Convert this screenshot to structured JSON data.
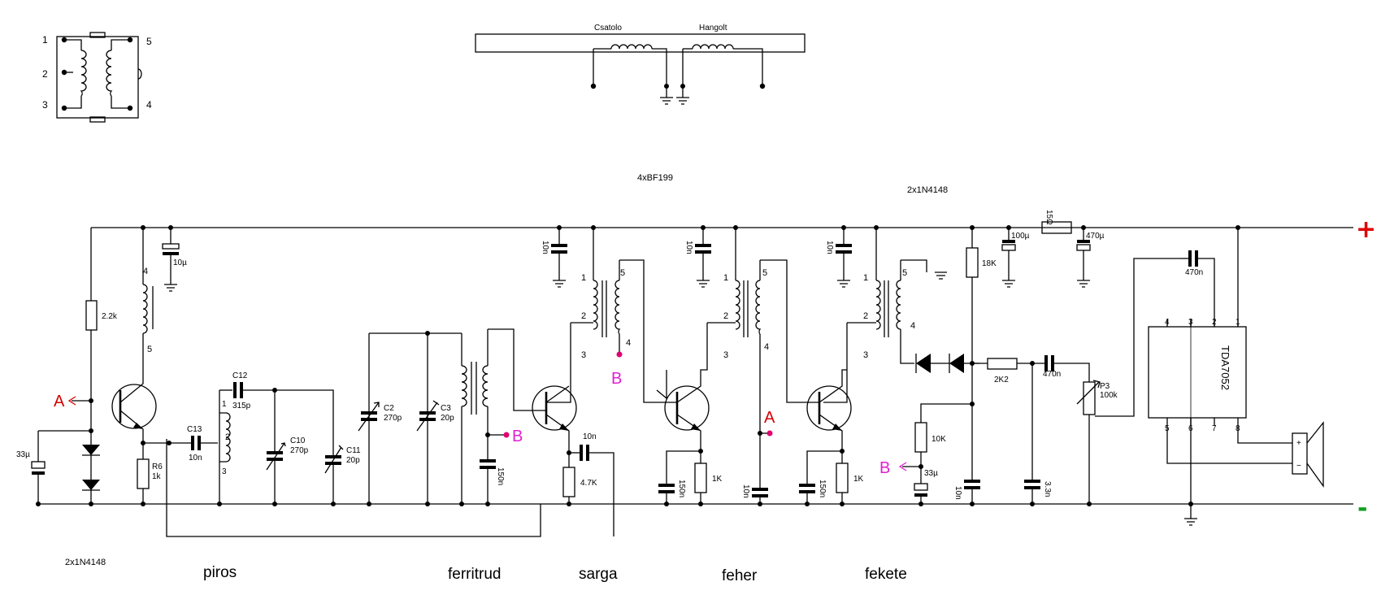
{
  "header": {
    "transformer_pins": [
      "1",
      "2",
      "3",
      "5",
      "4"
    ],
    "coil_names": [
      "Csatolo",
      "Hangolt"
    ],
    "transistor_note": "4xBF199",
    "diode_note_top": "2x1N4148",
    "diode_note_bottom": "2x1N4148"
  },
  "rails": {
    "plus": "+",
    "minus": "-"
  },
  "stage_names": [
    "piros",
    "ferritrud",
    "sarga",
    "feher",
    "fekete"
  ],
  "markers": {
    "a": "A",
    "b": "B"
  },
  "components": {
    "c_10u": "10µ",
    "r_2k2": "2.2k",
    "c_33u": "33µ",
    "r6": "R6",
    "r6_val": "1k",
    "c13": "C13",
    "c13_val": "10n",
    "c12": "C12",
    "c12_val": "315p",
    "c10": "C10",
    "c10_val": "270p",
    "c11": "C11",
    "c11_val": "20p",
    "c2": "C2",
    "c2_val": "270p",
    "c3": "C3",
    "c3_val": "20p",
    "c_150n": "150n",
    "c_10n": "10n",
    "r_4k7": "4.7K",
    "r_1k": "1K",
    "r_18k": "18K",
    "c_100u": "100µ",
    "r_15": "15Ω",
    "c_470u": "470µ",
    "c_470n": "470n",
    "r_2k2b": "2K2",
    "p3": "P3",
    "p3_val": "100k",
    "r_10k": "10K",
    "c_3n3": "3.3n",
    "ic": "TDA7052"
  },
  "coil_pins": {
    "p1": "1",
    "p2": "2",
    "p3": "3",
    "p4": "4",
    "p5": "5"
  },
  "ic_pins": [
    "4",
    "3",
    "2",
    "1",
    "5",
    "6",
    "7",
    "8"
  ]
}
